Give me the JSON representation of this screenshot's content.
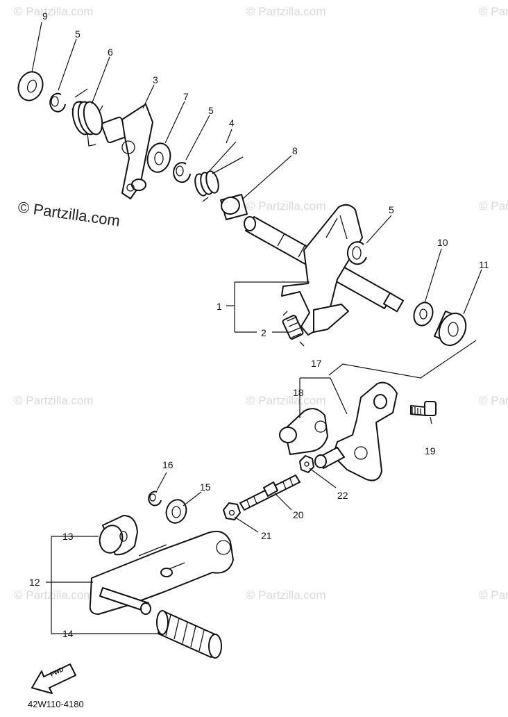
{
  "watermark": {
    "repeat_text": "© Partzilla.com",
    "main_text": "© Partzilla.com"
  },
  "diagram_code": "42W110-4180",
  "fwd_label": "FWD",
  "callouts": {
    "c1": "1",
    "c2": "2",
    "c3": "3",
    "c4": "4",
    "c5a": "5",
    "c5b": "5",
    "c5c": "5",
    "c6": "6",
    "c7": "7",
    "c8": "8",
    "c9": "9",
    "c10": "10",
    "c11": "11",
    "c12": "12",
    "c13": "13",
    "c14": "14",
    "c15": "15",
    "c16": "16",
    "c17": "17",
    "c18": "18",
    "c19": "19",
    "c20": "20",
    "c21": "21",
    "c22": "22"
  }
}
